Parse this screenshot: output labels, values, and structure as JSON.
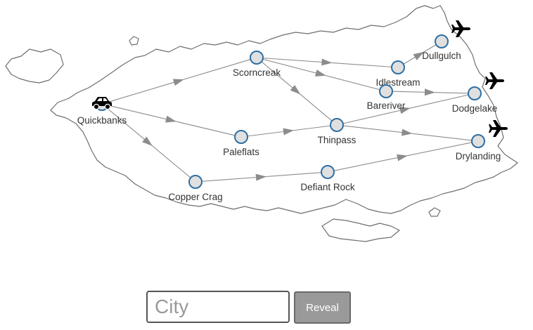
{
  "game": {
    "nodes": [
      {
        "id": "quickbanks",
        "label": "Quickbanks"
      },
      {
        "id": "scorncreak",
        "label": "Scorncreak"
      },
      {
        "id": "idlestream",
        "label": "Idlestream"
      },
      {
        "id": "dullgulch",
        "label": "Dullgulch"
      },
      {
        "id": "bareriver",
        "label": "Bareriver"
      },
      {
        "id": "dodgelake",
        "label": "Dodgelake"
      },
      {
        "id": "paleflats",
        "label": "Paleflats"
      },
      {
        "id": "thinpass",
        "label": "Thinpass"
      },
      {
        "id": "drylanding",
        "label": "Drylanding"
      },
      {
        "id": "copper-crag",
        "label": "Copper Crag"
      },
      {
        "id": "defiant-rock",
        "label": "Defiant Rock"
      }
    ],
    "edges": [
      {
        "from": "quickbanks",
        "to": "scorncreak"
      },
      {
        "from": "quickbanks",
        "to": "paleflats"
      },
      {
        "from": "quickbanks",
        "to": "copper-crag"
      },
      {
        "from": "scorncreak",
        "to": "idlestream"
      },
      {
        "from": "scorncreak",
        "to": "bareriver"
      },
      {
        "from": "scorncreak",
        "to": "thinpass"
      },
      {
        "from": "idlestream",
        "to": "dullgulch"
      },
      {
        "from": "bareriver",
        "to": "dodgelake"
      },
      {
        "from": "paleflats",
        "to": "thinpass"
      },
      {
        "from": "thinpass",
        "to": "dodgelake"
      },
      {
        "from": "thinpass",
        "to": "drylanding"
      },
      {
        "from": "copper-crag",
        "to": "defiant-rock"
      },
      {
        "from": "defiant-rock",
        "to": "drylanding"
      }
    ],
    "player_location": "quickbanks",
    "player_icon": "car-icon",
    "airport_icon": "airplane-icon",
    "airports": [
      "dullgulch",
      "dodgelake",
      "drylanding"
    ]
  },
  "controls": {
    "city_placeholder": "City",
    "city_value": "",
    "reveal_label": "Reveal"
  },
  "colors": {
    "node_fill": "#e0e0e0",
    "node_stroke": "#2f6fa3",
    "edge": "#8c8c8c",
    "coast": "#6e6e6e",
    "button_bg": "#9a9a9a"
  }
}
